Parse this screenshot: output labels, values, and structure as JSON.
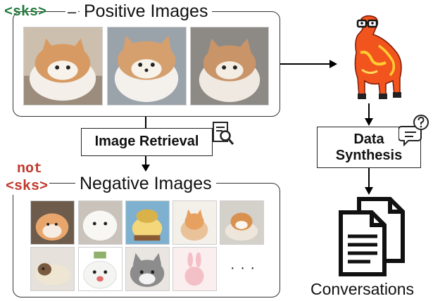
{
  "positive": {
    "token": "<sks>",
    "dash": "–",
    "title": "Positive Images"
  },
  "negative": {
    "token_line1": "not",
    "token_line2": "<sks>",
    "title": "Negative Images",
    "ellipsis": "· · ·"
  },
  "retrieval": {
    "label": "Image Retrieval"
  },
  "synthesis": {
    "label_line1": "Data",
    "label_line2": "Synthesis"
  },
  "output": {
    "label": "Conversations"
  },
  "colors": {
    "token_positive": "#1f7a3a",
    "token_negative": "#c0392b"
  }
}
